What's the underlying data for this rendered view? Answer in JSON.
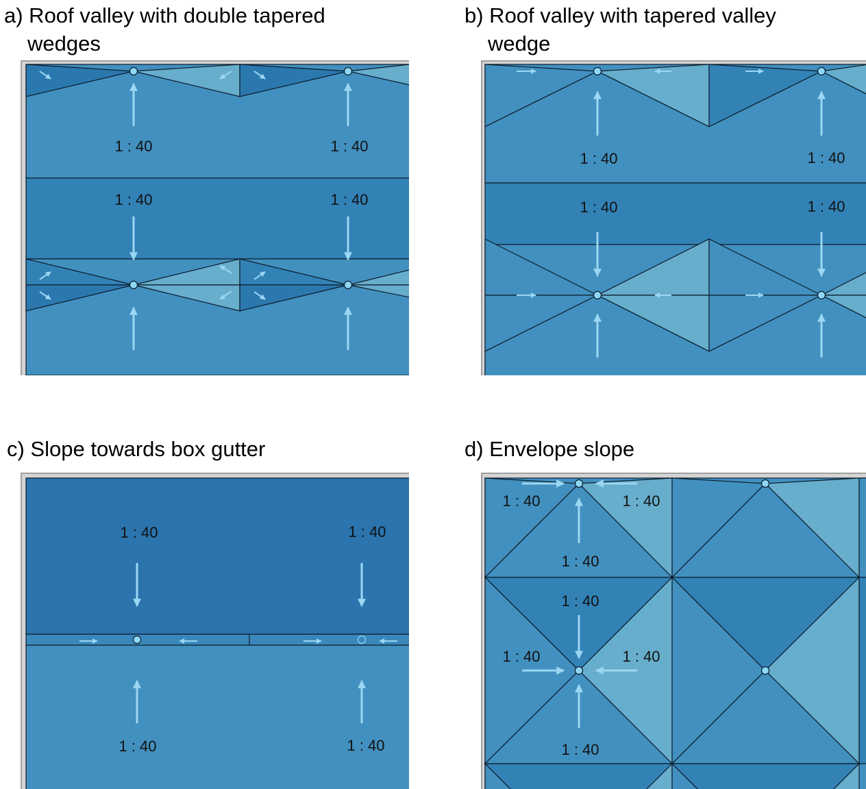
{
  "colors": {
    "mid": "#4290bf",
    "dark": "#3282b6",
    "darker": "#2b78af",
    "light": "#67adcc",
    "arrow": "#9bd7f2",
    "drain": "#8ed8f5",
    "line": "#0c1c2b",
    "frame_bg": "#d4d4d4",
    "frame_edge": "#a0a0a0"
  },
  "panels": [
    {
      "id": "a",
      "title_line1": "a) Roof valley with double tapered",
      "title_line2": "wedges",
      "slope_labels": [
        "1 : 40",
        "1 : 40",
        "1 : 40",
        "1 : 40"
      ]
    },
    {
      "id": "b",
      "title_line1": "b) Roof valley with tapered valley",
      "title_line2": "wedge",
      "slope_labels": [
        "1 : 40",
        "1 : 40",
        "1 : 40",
        "1 : 40"
      ]
    },
    {
      "id": "c",
      "title_line1": "c) Slope towards box gutter",
      "slope_labels": [
        "1 : 40",
        "1 : 40",
        "1 : 40",
        "1 : 40"
      ]
    },
    {
      "id": "d",
      "title_line1": "d) Envelope slope",
      "slope_labels": [
        "1 : 40",
        "1 : 40",
        "1 : 40",
        "1 : 40",
        "1 : 40",
        "1 : 40",
        "1 : 40"
      ]
    }
  ]
}
